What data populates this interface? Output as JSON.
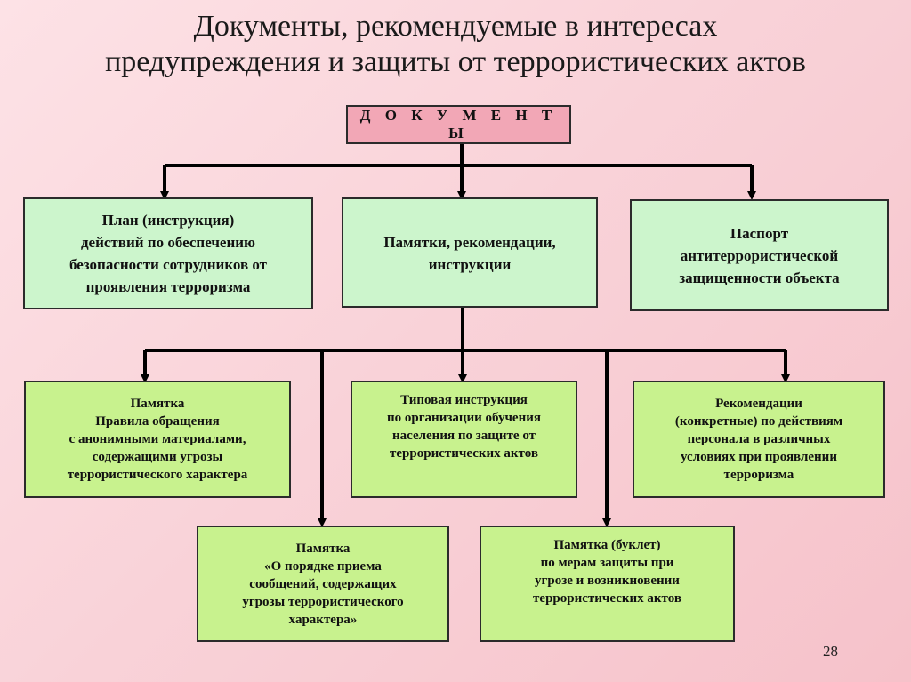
{
  "title": {
    "line1": "Документы, рекомендуемые в интересах",
    "line2": "предупреждения и защиты от террористических актов"
  },
  "root": {
    "label": "Д О К У М Е Н Т Ы"
  },
  "level1": [
    {
      "lines": [
        "План (инструкция)",
        "действий по обеспечению",
        "безопасности сотрудников от",
        "проявления терроризма"
      ]
    },
    {
      "lines": [
        "Памятки, рекомендации,",
        "инструкции"
      ]
    },
    {
      "lines": [
        "Паспорт",
        "антитеррористической",
        "защищенности объекта"
      ]
    }
  ],
  "level2": [
    {
      "lines": [
        "Памятка",
        "Правила обращения",
        "с анонимными материалами,",
        "содержащими угрозы",
        "террористического характера"
      ]
    },
    {
      "lines": [
        "Типовая инструкция",
        "по организации обучения",
        "населения по защите от",
        "террористических актов"
      ]
    },
    {
      "lines": [
        "Рекомендации",
        "(конкретные) по действиям",
        "персонала в различных",
        "условиях при проявлении",
        "терроризма"
      ]
    },
    {
      "lines": [
        "Памятка",
        "«О порядке приема",
        "сообщений, содержащих",
        "угрозы террористического",
        "характера»"
      ]
    },
    {
      "lines": [
        "Памятка (буклет)",
        "по мерам защиты при",
        "угрозе и возникновении",
        "террористических актов"
      ]
    }
  ],
  "page_number": "28",
  "colors": {
    "root_fill": "#f2a7b6",
    "level1_fill": "#ccf5cc",
    "level2_fill": "#c8f28e",
    "connector": "#000000"
  }
}
